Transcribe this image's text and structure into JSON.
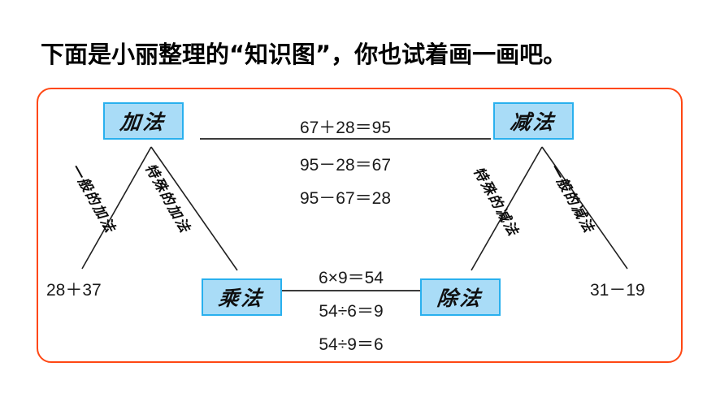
{
  "title": "下面是小丽整理的“知识图”，你也试着画一画吧。",
  "colors": {
    "panel_border": "#ff4713",
    "node_fill": "#a9dcf7",
    "node_border": "#29b0ee",
    "line": "#3b3b3b",
    "text": "#1a1a1a"
  },
  "nodes": {
    "addition": "加法",
    "subtraction": "减法",
    "multiplication": "乘法",
    "division": "除法"
  },
  "top_equations": [
    "67＋28＝95",
    "95－28＝67",
    "95－67＝28"
  ],
  "bottom_equations": [
    "6×9＝54",
    "54÷6＝9",
    "54÷9＝6"
  ],
  "expressions": {
    "left": "28＋37",
    "right": "31－19"
  },
  "branch_labels": {
    "general_addition": "一般的加法",
    "special_addition": "特殊的加法",
    "special_subtraction": "特殊的减法",
    "general_subtraction": "一般的减法"
  }
}
